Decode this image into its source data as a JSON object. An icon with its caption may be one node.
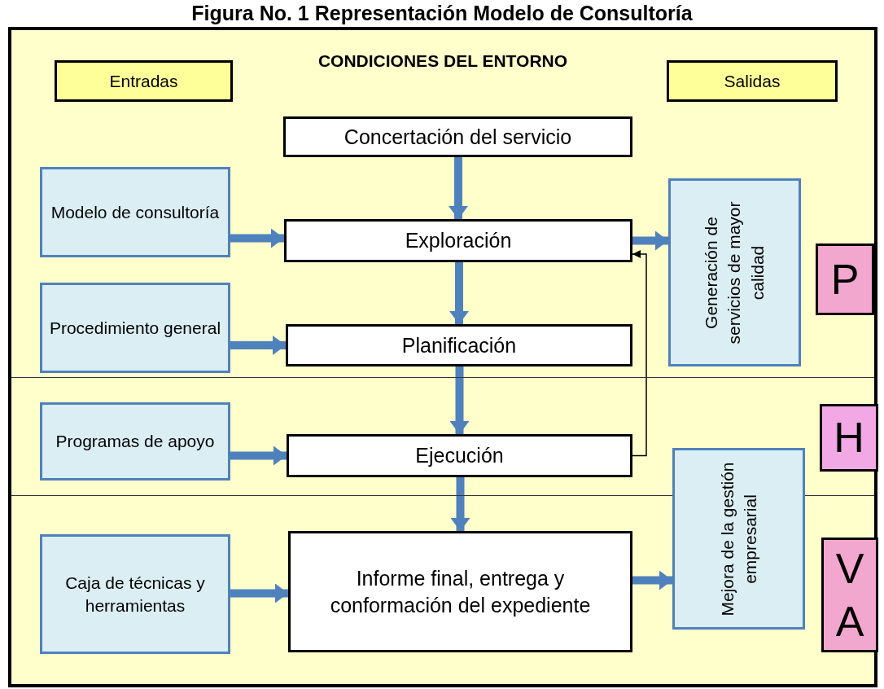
{
  "diagram": {
    "title": "Figura No. 1 Representación Modelo de Consultoría",
    "nodes": [
      {
        "text": [
          "CONDICIONES DEL ENTORNO"
        ]
      },
      {
        "text": [
          "Entradas"
        ],
        "in": 0
      },
      {
        "text": [
          "Salidas"
        ],
        "in": 0
      },
      {
        "text": [
          "Concertación del servicio"
        ],
        "in": 0
      },
      {
        "text": [
          "Modelo de consultoría"
        ],
        "in": 0
      },
      {
        "text": [
          "Exploración"
        ],
        "in": 0
      },
      {
        "text": [
          "Generación de servicios de mayor calidad"
        ],
        "in": 0
      },
      {
        "text": [
          "P"
        ],
        "in": 0
      },
      {
        "text": [
          "Procedimiento general"
        ],
        "in": 0
      },
      {
        "text": [
          "Planificación"
        ],
        "in": 0
      },
      {
        "text": [
          "Programas de apoyo"
        ],
        "in": 0
      },
      {
        "text": [
          "H"
        ],
        "in": 0
      },
      {
        "text": [
          "Ejecución"
        ],
        "in": 0
      },
      {
        "text": [
          "Mejora de la gestión empresarial"
        ],
        "in": 0
      },
      {
        "text": [
          "Caja de técnicas y herramientas"
        ],
        "in": 0
      },
      {
        "text": [
          "Informe final, entrega y conformación del expediente"
        ],
        "in": 0
      },
      {
        "text": [
          "V A"
        ],
        "in": 0
      }
    ],
    "edges": [
      {
        "from": 3,
        "to": 5,
        "arrow": "to"
      },
      {
        "from": 4,
        "to": 5,
        "arrow": "to"
      },
      {
        "from": 5,
        "to": 6,
        "arrow": "to"
      },
      {
        "from": 5,
        "to": 9,
        "arrow": "to"
      },
      {
        "from": 8,
        "to": 9,
        "arrow": "to"
      },
      {
        "from": 9,
        "to": 12,
        "arrow": "to"
      },
      {
        "from": 10,
        "to": 12,
        "arrow": "to"
      },
      {
        "from": 12,
        "to": 5,
        "arrow": "to",
        "color": "#000000"
      },
      {
        "from": 12,
        "to": 15,
        "arrow": "to"
      },
      {
        "from": 14,
        "to": 15,
        "arrow": "to"
      },
      {
        "from": 15,
        "to": 13,
        "arrow": "to"
      }
    ]
  }
}
